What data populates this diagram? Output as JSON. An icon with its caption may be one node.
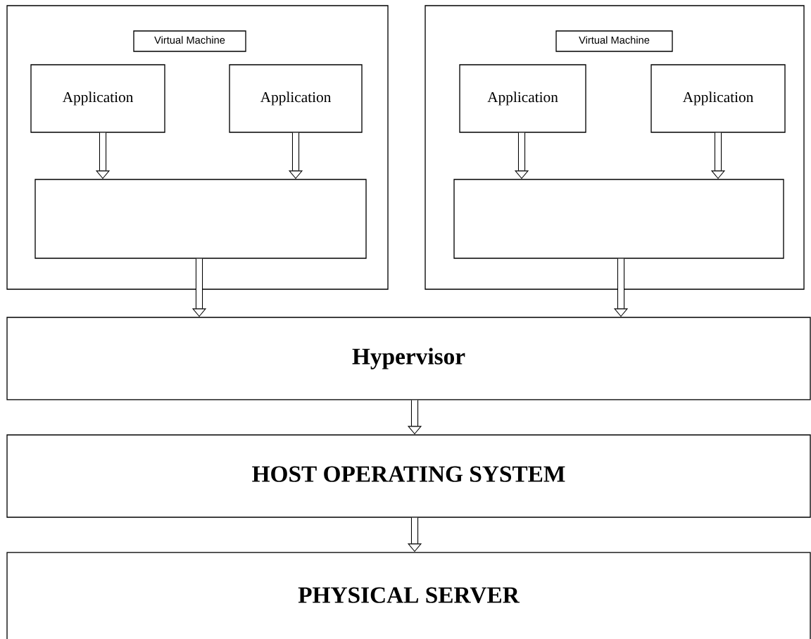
{
  "diagram": {
    "nodes": [
      {
        "text": [],
        "shape": "box"
      },
      {
        "text": [
          "Virtual Machine"
        ],
        "in": 0
      },
      {
        "text": [
          "Application"
        ],
        "in": 0
      },
      {
        "text": [
          "Application"
        ],
        "in": 0
      },
      {
        "text": [],
        "shape": "box",
        "in": 0
      },
      {
        "text": [],
        "shape": "box"
      },
      {
        "text": [
          "Virtual Machine"
        ],
        "in": 5
      },
      {
        "text": [
          "Application"
        ],
        "in": 5
      },
      {
        "text": [
          "Application"
        ],
        "in": 5
      },
      {
        "text": [],
        "shape": "box",
        "in": 5
      },
      {
        "text": [
          "Hypervisor"
        ]
      },
      {
        "text": [
          "HOST OPERATING SYSTEM"
        ]
      },
      {
        "text": [
          "PHYSICAL SERVER"
        ]
      }
    ],
    "edges": [
      {
        "from": 2,
        "to": 4,
        "arrow": "to"
      },
      {
        "from": 3,
        "to": 4,
        "arrow": "to"
      },
      {
        "from": 7,
        "to": 9,
        "arrow": "to"
      },
      {
        "from": 8,
        "to": 9,
        "arrow": "to"
      },
      {
        "from": 4,
        "to": 10,
        "arrow": "to"
      },
      {
        "from": 9,
        "to": 10,
        "arrow": "to"
      },
      {
        "from": 10,
        "to": 11,
        "arrow": "to"
      },
      {
        "from": 11,
        "to": 12,
        "arrow": "to"
      }
    ]
  }
}
